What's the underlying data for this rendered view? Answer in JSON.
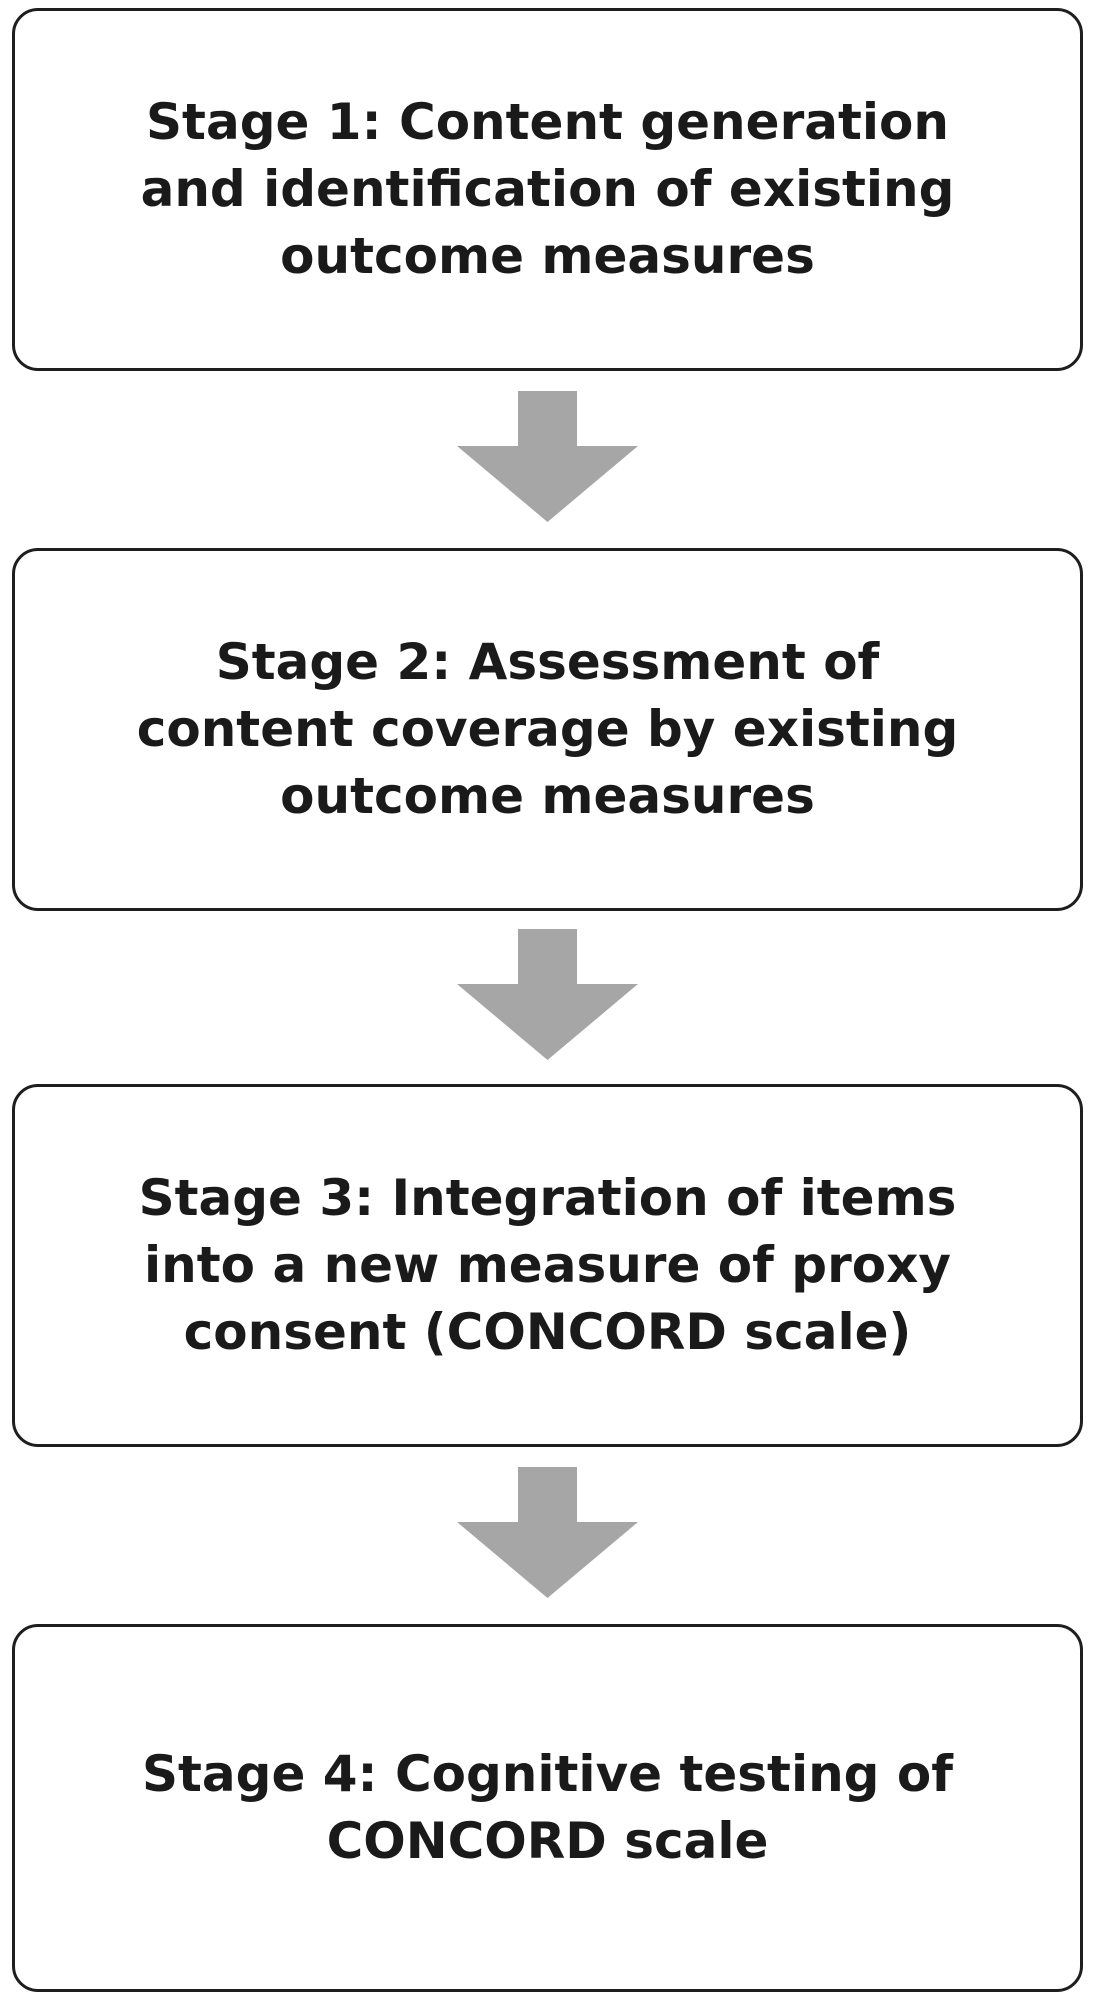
{
  "stages": [
    {
      "lines": [
        "Stage 1: Content generation",
        "and identification of existing",
        "outcome measures"
      ]
    },
    {
      "lines": [
        "Stage 2: Assessment of",
        "content coverage by existing",
        "outcome measures"
      ]
    },
    {
      "lines": [
        "Stage 3: Integration of items",
        "into a new measure of proxy",
        "consent (CONCORD scale)"
      ]
    },
    {
      "lines": [
        "Stage 4: Cognitive testing of",
        "CONCORD scale"
      ]
    }
  ],
  "colors": {
    "box_border": "#1e1e1e",
    "text": "#1a1a1a",
    "arrow": "#a6a6a6"
  },
  "arrow_icon": "down-arrow-icon"
}
